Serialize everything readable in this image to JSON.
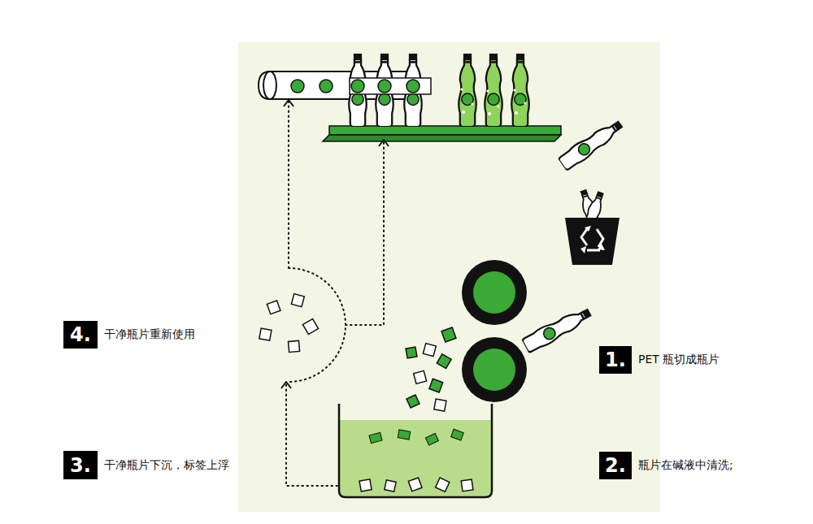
{
  "diagram": {
    "nodes": [
      {
        "text": [
          "4.",
          "干净瓶片重新使用"
        ]
      },
      {
        "text": [
          "1.",
          "PET 瓶切成瓶片"
        ]
      },
      {
        "text": [
          "3.",
          "干净瓶片下沉，标签上浮"
        ]
      },
      {
        "text": [
          "2.",
          "瓶片在碱液中清洗;"
        ]
      }
    ]
  }
}
